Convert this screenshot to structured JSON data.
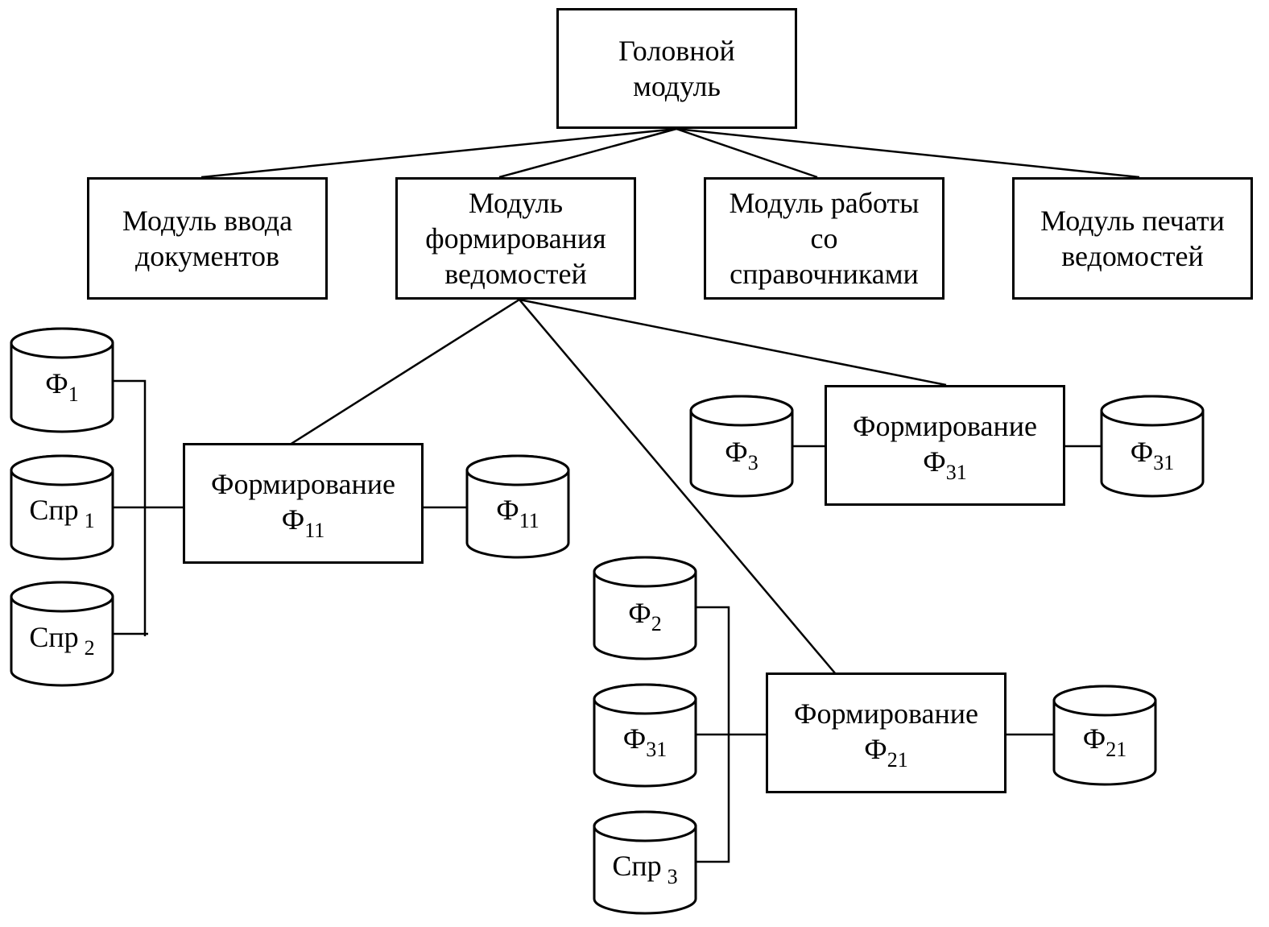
{
  "modules": {
    "head": [
      "Головной",
      "модуль"
    ],
    "input_docs": [
      "Модуль ввода",
      "документов"
    ],
    "form_reports": [
      "Модуль",
      "формирования",
      "ведомостей"
    ],
    "ref_books": [
      "Модуль работы",
      "со",
      "справочниками"
    ],
    "print_reports": [
      "Модуль печати",
      "ведомостей"
    ]
  },
  "processes": {
    "p11": {
      "label": "Формирование",
      "symbol": "Ф",
      "index": "11"
    },
    "p31": {
      "label": "Формирование",
      "symbol": "Ф",
      "index": "31"
    },
    "p21": {
      "label": "Формирование",
      "symbol": "Ф",
      "index": "21"
    }
  },
  "stores": {
    "f1": {
      "symbol": "Ф",
      "index": "1"
    },
    "spr1": {
      "symbol": "Спр",
      "index": "1"
    },
    "spr2": {
      "symbol": "Спр",
      "index": "2"
    },
    "f11": {
      "symbol": "Ф",
      "index": "11"
    },
    "f3": {
      "symbol": "Ф",
      "index": "3"
    },
    "f31out": {
      "symbol": "Ф",
      "index": "31"
    },
    "f2": {
      "symbol": "Ф",
      "index": "2"
    },
    "f31in": {
      "symbol": "Ф",
      "index": "31"
    },
    "spr3": {
      "symbol": "Спр",
      "index": "3"
    },
    "f21": {
      "symbol": "Ф",
      "index": "21"
    }
  },
  "colors": {
    "stroke": "#000000",
    "background": "#ffffff"
  }
}
